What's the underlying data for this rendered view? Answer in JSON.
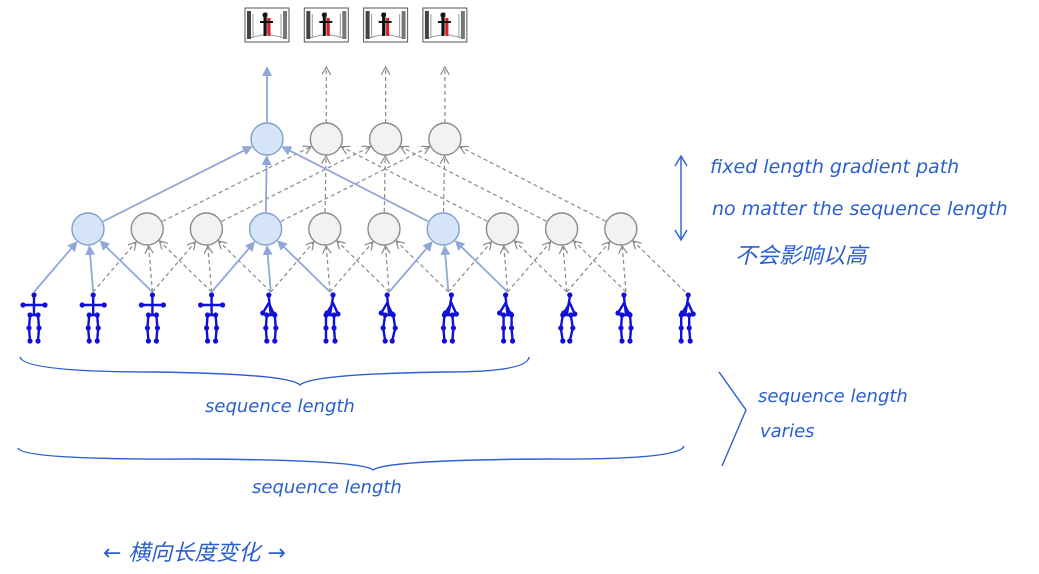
{
  "annotations": {
    "fixed_path_line1": "fixed length gradient path",
    "fixed_path_line2": "no matter the sequence length",
    "chinese_note": "不会影响以高",
    "short_brace_label": "sequence length",
    "long_brace_label": "sequence length",
    "varies_line1": "sequence length",
    "varies_line2": "varies",
    "bottom_note": "← 横向长度变化 →"
  },
  "diagram": {
    "pose_count": 12,
    "layer1_node_count": 10,
    "layer2_node_count": 4,
    "output_frame_count": 4,
    "highlighted_layer1_nodes": [
      0,
      3,
      6
    ],
    "highlighted_layer2_nodes": [
      0
    ],
    "highlighted_output_frames": [
      0
    ]
  },
  "colors": {
    "highlight_node_fill": "#d6e4f7",
    "highlight_node_stroke": "#7f9fd0",
    "plain_node_fill": "#f2f2f2",
    "plain_node_stroke": "#8a8a8a",
    "pose": "#1010d8",
    "handwriting": "#2a5fd0",
    "dashed_arrow": "#8a8a8a",
    "solid_arrow": "#8fa8d8"
  }
}
